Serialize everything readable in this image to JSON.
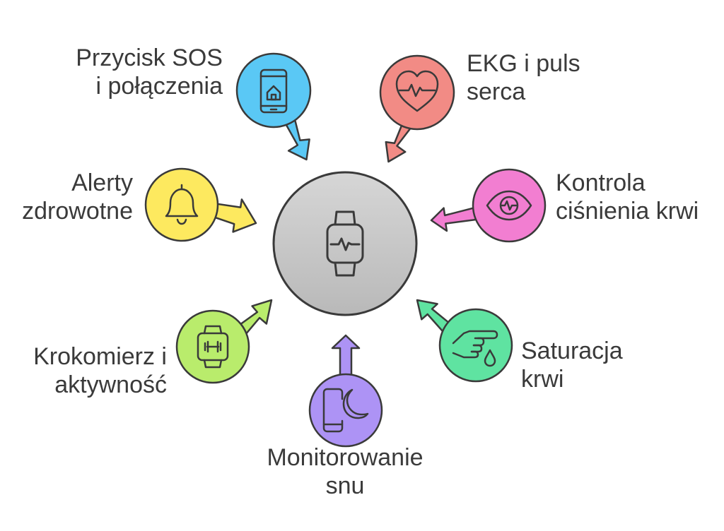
{
  "center": {
    "icon": "smartwatch-icon",
    "color": "#c6c6c6"
  },
  "nodes": [
    {
      "id": "sos",
      "line1": "Przycisk SOS",
      "line2": "i połączenia",
      "icon": "smartphone-home-icon",
      "color": "#5ac8f5"
    },
    {
      "id": "ekg",
      "line1": "EKG i puls",
      "line2": "serca",
      "icon": "heart-pulse-icon",
      "color": "#f28b85"
    },
    {
      "id": "pressure",
      "line1": "Kontrola",
      "line2": "ciśnienia krwi",
      "icon": "eye-pulse-icon",
      "color": "#f27ed1"
    },
    {
      "id": "saturation",
      "line1": "Saturacja",
      "line2": "krwi",
      "icon": "finger-drop-icon",
      "color": "#5fe3a1"
    },
    {
      "id": "sleep",
      "line1": "Monitorowanie",
      "line2": "snu",
      "icon": "phone-moon-icon",
      "color": "#ad93f5"
    },
    {
      "id": "steps",
      "line1": "Krokomierz i",
      "line2": "aktywność",
      "icon": "fitness-watch-icon",
      "color": "#b9ec6c"
    },
    {
      "id": "alerts",
      "line1": "Alerty",
      "line2": "zdrowotne",
      "icon": "bell-icon",
      "color": "#fde95f"
    }
  ]
}
